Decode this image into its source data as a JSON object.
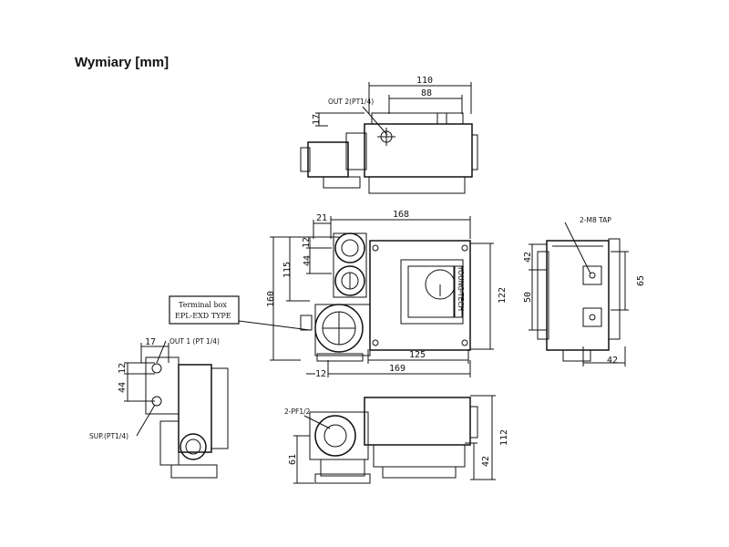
{
  "title": "Wymiary [mm]",
  "top_view": {
    "port_label": "OUT 2(PT1/4)",
    "dims": {
      "w110": "110",
      "w88": "88",
      "h17": "17"
    }
  },
  "front_view": {
    "dims": {
      "w168": "168",
      "w21": "21",
      "h12": "12",
      "h44": "44",
      "h115": "115",
      "h160": "160",
      "h122": "122",
      "w125": "125",
      "w12": "12",
      "w169": "169"
    },
    "callout": {
      "line1": "Terminal box",
      "line2": "EPL-EXD TYPE"
    },
    "nameplate": "YOUNG-TECH"
  },
  "right_view": {
    "tap_label": "2-M8 TAP",
    "dims": {
      "h42": "42",
      "h50": "50",
      "h65": "65",
      "w42": "42"
    }
  },
  "left_view": {
    "out_label": "OUT 1 (PT 1/4)",
    "sup_label": "SUP.(PT1/4)",
    "dims": {
      "w17": "17",
      "h12": "12",
      "h44": "44"
    }
  },
  "bottom_view": {
    "port_label": "2-PF1/2",
    "dims": {
      "h61": "61",
      "h112": "112",
      "h42": "42"
    }
  }
}
